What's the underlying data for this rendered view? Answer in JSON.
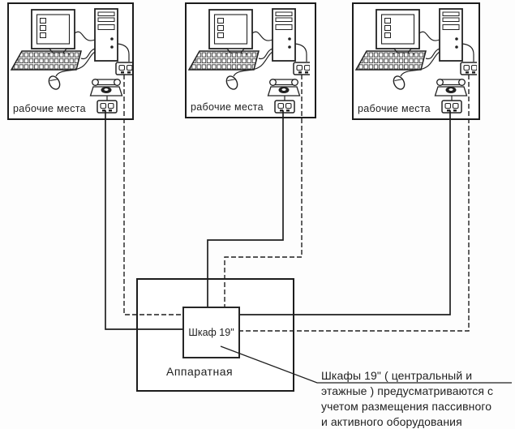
{
  "workstations": [
    {
      "label": "рабочие места"
    },
    {
      "label": "рабочие места"
    },
    {
      "label": "рабочие места"
    }
  ],
  "equipment_room": {
    "label": "Аппаратная",
    "cabinet_label": "Шкаф 19\""
  },
  "annotation": {
    "lines": [
      "Шкафы 19\" ( центральный и",
      "этажные ) предусматриваются с",
      "учетом размещения пассивного",
      "и активного оборудования"
    ]
  },
  "colors": {
    "line": "#1f1f1f",
    "background": "#ffffff"
  }
}
